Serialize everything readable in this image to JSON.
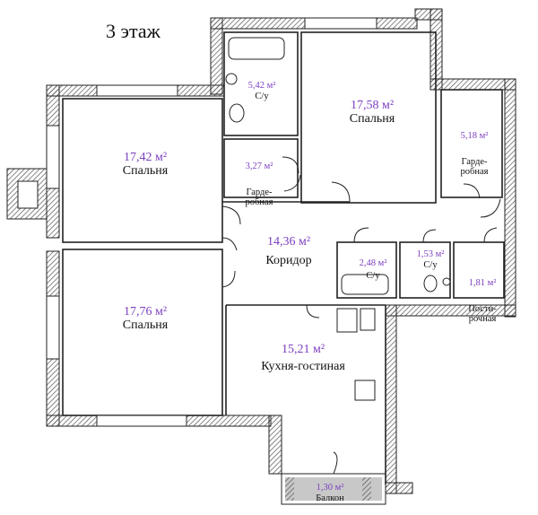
{
  "title": "3 этаж",
  "rooms": {
    "bedroom_left_top": {
      "area": "17,42 м²",
      "name": "Спальня"
    },
    "bedroom_left_bottom": {
      "area": "17,76 м²",
      "name": "Спальня"
    },
    "bedroom_right": {
      "area": "17,58 м²",
      "name": "Спальня"
    },
    "bathroom_top": {
      "area": "5,42 м²",
      "name": "С/у"
    },
    "wardrobe_mid": {
      "area": "3,27 м²",
      "name": "Гарде-\nробная"
    },
    "wardrobe_right": {
      "area": "5,18 м²",
      "name": "Гарде-\nробная"
    },
    "corridor": {
      "area": "14,36 м²",
      "name": "Коридор"
    },
    "bath_small": {
      "area": "2,48 м²",
      "name": "С/у"
    },
    "wc_small": {
      "area": "1,53 м²",
      "name": "С/у"
    },
    "laundry": {
      "area": "1,81 м²",
      "name": "Пости-\nрочная"
    },
    "kitchen": {
      "area": "15,21 м²",
      "name": "Кухня-гостиная"
    },
    "balcony": {
      "area": "1,30 м²",
      "name": "Балкон"
    }
  },
  "colors": {
    "wall": "#222222",
    "hatch": "#555555",
    "area_text": "#7b3fbf",
    "balcony_fill": "#9a9a9a"
  }
}
